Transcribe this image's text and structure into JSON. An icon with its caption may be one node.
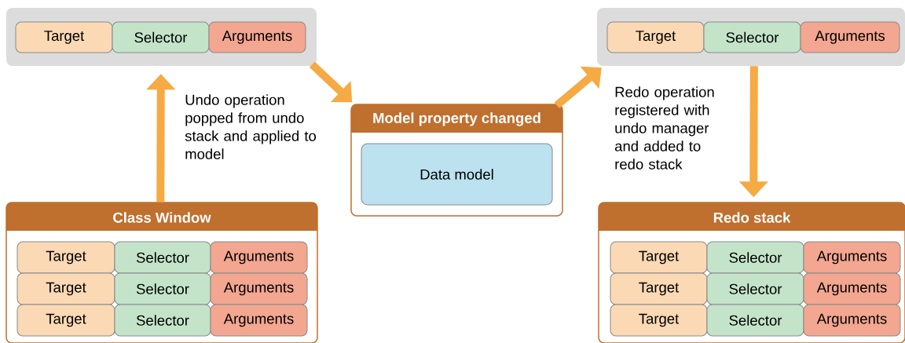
{
  "diagram": {
    "nodes": [
      {
        "text": [],
        "shape": "box"
      },
      {
        "text": [
          "Target"
        ],
        "in": 0
      },
      {
        "text": [
          "Selector"
        ],
        "in": 0
      },
      {
        "text": [
          "Arguments"
        ],
        "in": 0
      },
      {
        "text": [],
        "shape": "box"
      },
      {
        "text": [
          "Target"
        ],
        "in": 4
      },
      {
        "text": [
          "Selector"
        ],
        "in": 4
      },
      {
        "text": [
          "Arguments"
        ],
        "in": 4
      },
      {
        "text": [
          "Model property changed"
        ]
      },
      {
        "text": [
          "Data model"
        ],
        "in": 8
      },
      {
        "text": [
          "Class Window"
        ]
      },
      {
        "text": [
          "Target"
        ],
        "in": 10
      },
      {
        "text": [
          "Selector"
        ],
        "in": 10
      },
      {
        "text": [
          "Arguments"
        ],
        "in": 10
      },
      {
        "text": [
          "Target"
        ],
        "in": 10
      },
      {
        "text": [
          "Selector"
        ],
        "in": 10
      },
      {
        "text": [
          "Arguments"
        ],
        "in": 10
      },
      {
        "text": [
          "Target"
        ],
        "in": 10
      },
      {
        "text": [
          "Selector"
        ],
        "in": 10
      },
      {
        "text": [
          "Arguments"
        ],
        "in": 10
      },
      {
        "text": [
          "Redo stack"
        ]
      },
      {
        "text": [
          "Target"
        ],
        "in": 20
      },
      {
        "text": [
          "Selector"
        ],
        "in": 20
      },
      {
        "text": [
          "Arguments"
        ],
        "in": 20
      },
      {
        "text": [
          "Target"
        ],
        "in": 20
      },
      {
        "text": [
          "Selector"
        ],
        "in": 20
      },
      {
        "text": [
          "Arguments"
        ],
        "in": 20
      },
      {
        "text": [
          "Target"
        ],
        "in": 20
      },
      {
        "text": [
          "Selector"
        ],
        "in": 20
      },
      {
        "text": [
          "Arguments"
        ],
        "in": 20
      }
    ],
    "edges": [
      {
        "from": 10,
        "to": 0,
        "arrow": "to"
      },
      {
        "from": 0,
        "to": 8,
        "arrow": "to"
      },
      {
        "from": 8,
        "to": 4,
        "arrow": "to"
      },
      {
        "from": 4,
        "to": 20,
        "arrow": "to"
      }
    ],
    "labels": [
      "Undo operation popped from undo stack and applied to model",
      "Redo operation registered with undo manager and added to redo stack"
    ]
  }
}
